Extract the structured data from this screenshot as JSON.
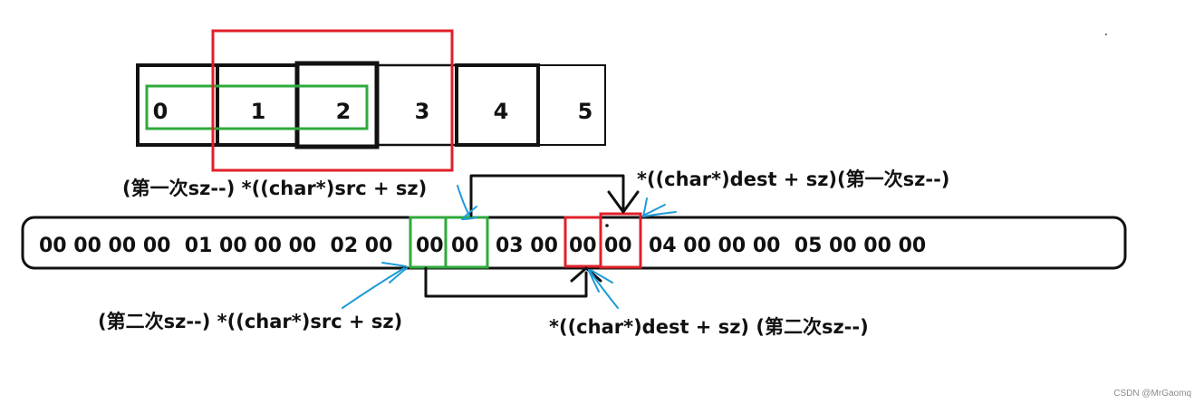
{
  "array_cells": [
    "0",
    "1",
    "2",
    "3",
    "4",
    "5"
  ],
  "memory_bytes": "00 00 00 00  01 00 00 00  02 00",
  "memory_mid_1": "00",
  "memory_mid_2": "00",
  "memory_after_green": "03 00",
  "memory_mid_3": "00",
  "memory_mid_4": "00",
  "memory_tail": "04 00 00 00  05 00 00 00",
  "labels": {
    "src_first": "(第一次sz--) *((char*)src + sz)",
    "dest_first": "*((char*)dest + sz)(第一次sz--)",
    "src_second": "(第二次sz--) *((char*)src + sz)",
    "dest_second": "*((char*)dest + sz) (第二次sz--)"
  },
  "watermark": "CSDN @MrGaomq",
  "colors": {
    "red": "#e0202a",
    "green": "#2faa3c",
    "black": "#111111",
    "blue": "#1e9bd7"
  }
}
